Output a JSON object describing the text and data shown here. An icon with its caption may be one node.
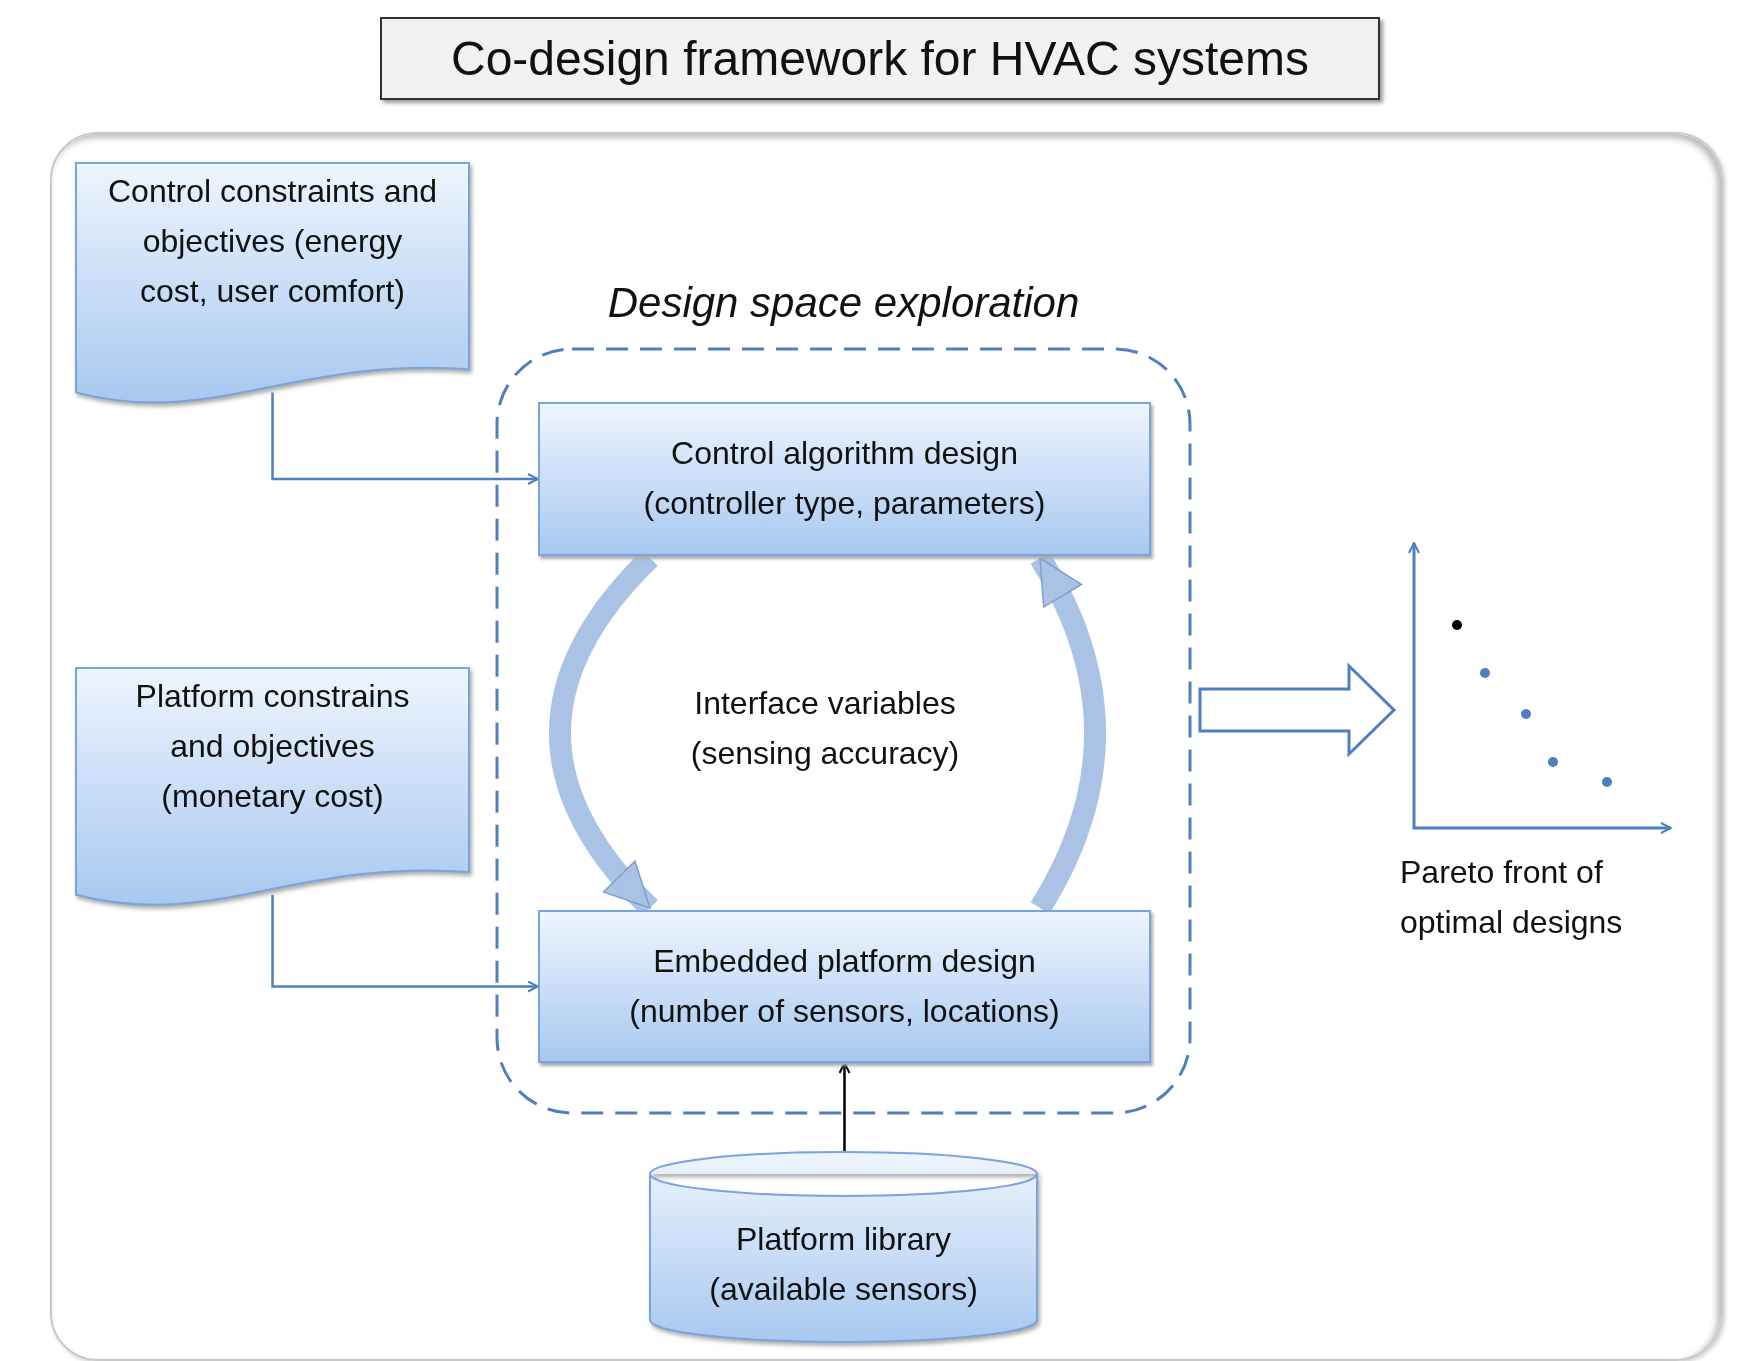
{
  "diagram": {
    "title": "Co-design framework for HVAC systems",
    "nodes": [
      {
        "text": [
          "Control constraints and objectives (energy cost, user comfort)"
        ]
      },
      {
        "text": [
          "Platform constrains and objectives (monetary cost)"
        ]
      },
      {
        "text": [
          "Design space exploration"
        ]
      },
      {
        "text": [
          "Control algorithm design (controller type, parameters)"
        ],
        "in": 2
      },
      {
        "text": [
          "Embedded platform design (number of sensors, locations)"
        ],
        "in": 2
      },
      {
        "text": [
          "Platform library (available sensors)"
        ]
      },
      {
        "text": [],
        "shape": "picture",
        "beside": [
          "Pareto front of optimal designs"
        ]
      }
    ],
    "edges": [
      {
        "from": 0,
        "to": 3,
        "arrow": "to"
      },
      {
        "from": 1,
        "to": 4,
        "arrow": "to"
      },
      {
        "from": 5,
        "to": 4,
        "arrow": "to",
        "color": "#000000"
      },
      {
        "from": 3,
        "to": 4,
        "arrow": "to",
        "style": "thick"
      },
      {
        "from": 4,
        "to": 3,
        "arrow": "to",
        "style": "thick"
      },
      {
        "from": 2,
        "to": 6,
        "arrow": "to",
        "style": "thick"
      }
    ],
    "labels": [
      "Interface variables (sensing accuracy)"
    ]
  }
}
